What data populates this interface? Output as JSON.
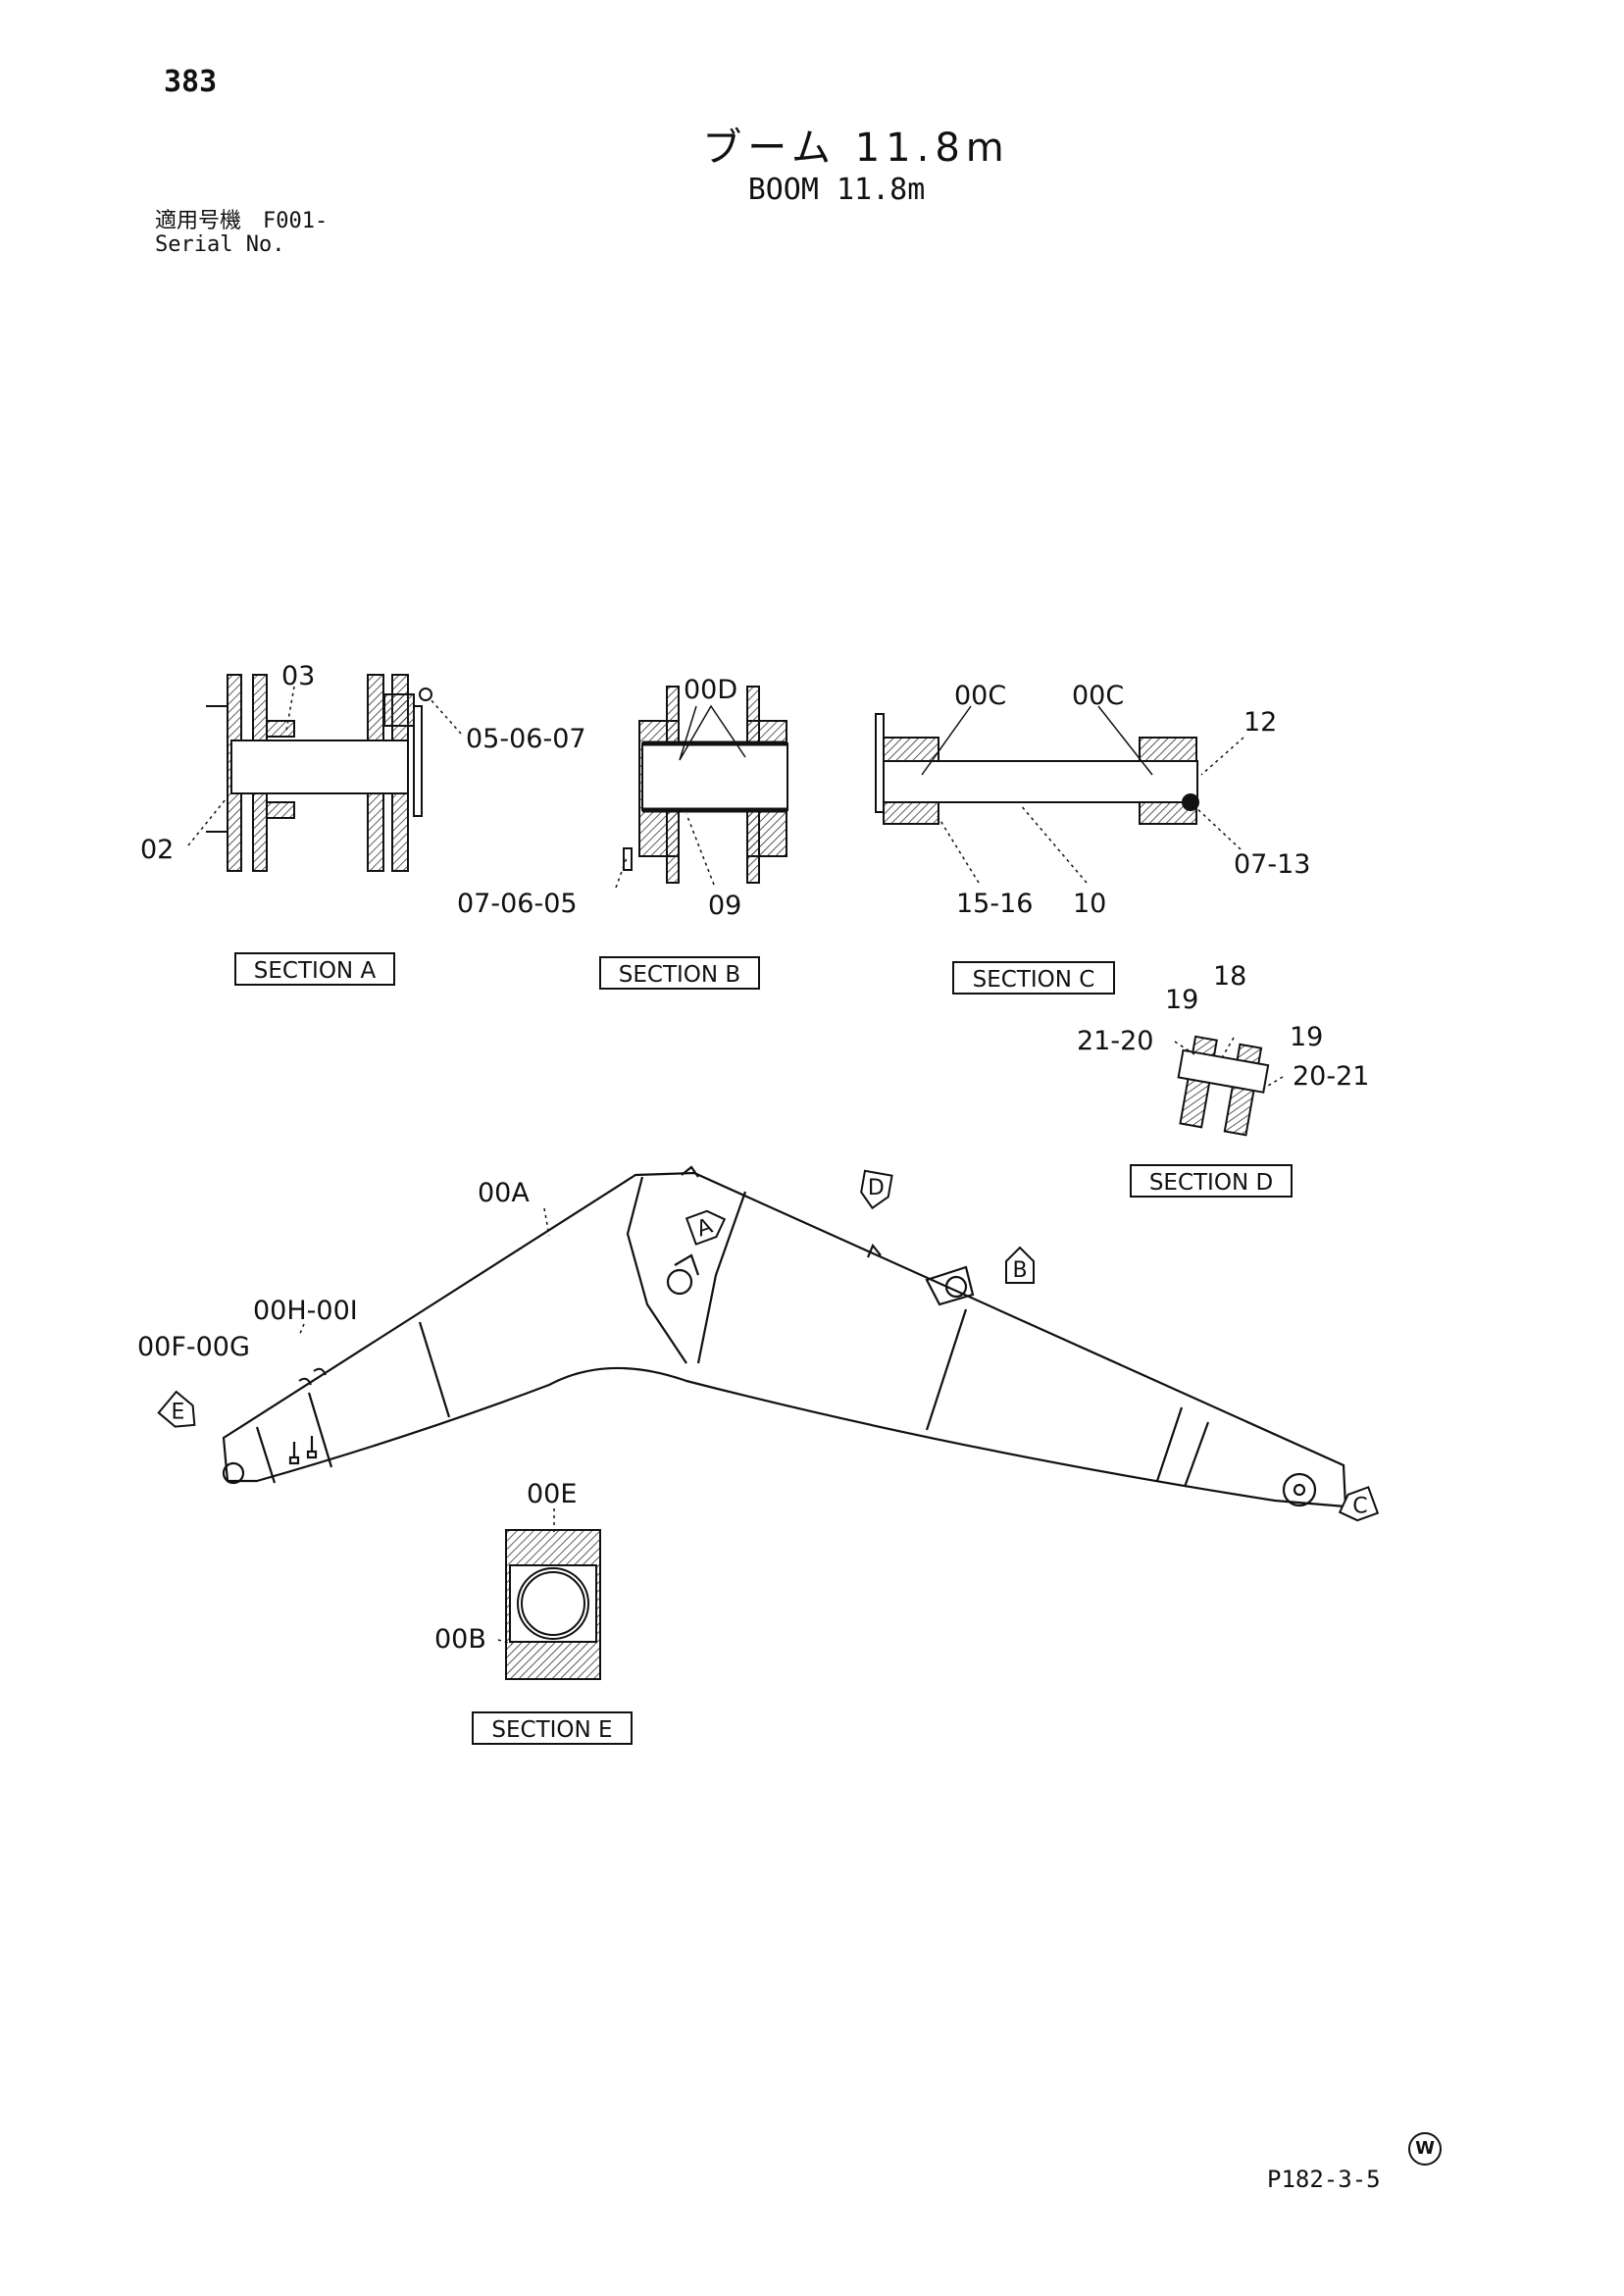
{
  "header": {
    "page_number": "383",
    "title_jp": "ブーム 11.8m",
    "title_en": "BOOM 11.8m",
    "serial_label_jp": "適用号機",
    "serial_value": "F001-",
    "serial_label_en": "Serial No."
  },
  "sections": {
    "a": {
      "label": "SECTION A",
      "callouts": [
        "03",
        "05-06-07",
        "02"
      ]
    },
    "b": {
      "label": "SECTION B",
      "callouts": [
        "00D",
        "07-06-05",
        "09"
      ]
    },
    "c": {
      "label": "SECTION C",
      "callouts": [
        "00C",
        "00C",
        "12",
        "07-13",
        "15-16",
        "10"
      ]
    },
    "d": {
      "label": "SECTION D",
      "callouts": [
        "18",
        "19",
        "21-20",
        "19",
        "20-21"
      ]
    },
    "e": {
      "label": "SECTION E",
      "callouts": [
        "00E",
        "00B"
      ]
    }
  },
  "boom": {
    "callouts": [
      "00A",
      "00H-00I",
      "00F-00G"
    ],
    "view_markers": [
      "A",
      "B",
      "C",
      "D",
      "E"
    ]
  },
  "footer": {
    "mark": "W",
    "page_code": "P182-3-5"
  }
}
